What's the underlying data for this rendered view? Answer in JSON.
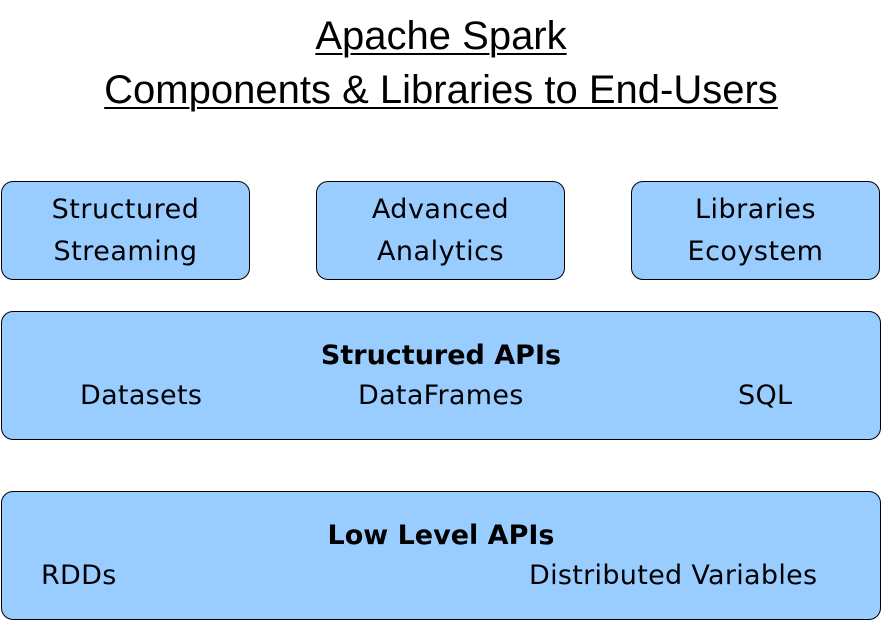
{
  "title": {
    "line1": "Apache Spark",
    "line2": "Components & Libraries to End-Users"
  },
  "top_boxes": [
    {
      "line1": "Structured",
      "line2": "Streaming"
    },
    {
      "line1": "Advanced",
      "line2": "Analytics"
    },
    {
      "line1": "Libraries",
      "line2": "Ecoystem"
    }
  ],
  "structured_apis": {
    "heading": "Structured APIs",
    "items": [
      "Datasets",
      "DataFrames",
      "SQL"
    ]
  },
  "low_level_apis": {
    "heading": "Low Level APIs",
    "items": [
      "RDDs",
      "Distributed Variables"
    ]
  },
  "colors": {
    "box_fill": "#99ccff",
    "box_border": "#000000",
    "text": "#000000",
    "background": "#ffffff"
  }
}
